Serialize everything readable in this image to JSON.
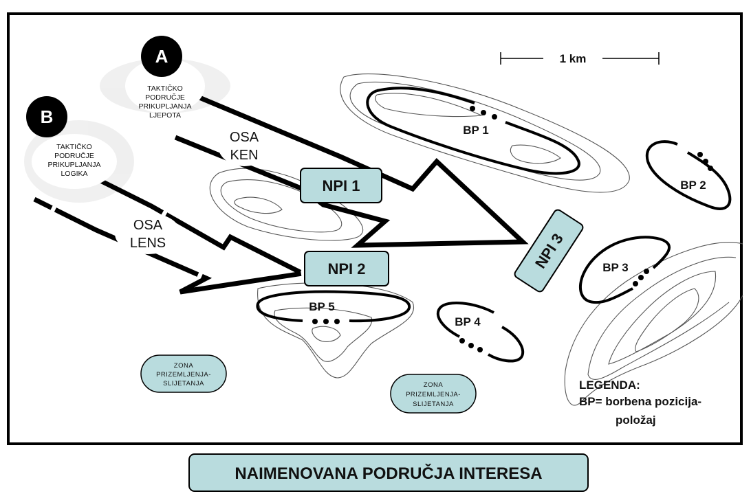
{
  "scale_bar": {
    "label": "1 km"
  },
  "areas": {
    "a": {
      "badge": "A",
      "lines": [
        "TAKTIČKO",
        "PODRUČJE",
        "PRIKUPLJANJA",
        "LJEPOTA"
      ]
    },
    "b": {
      "badge": "B",
      "lines": [
        "TAKTIČKO",
        "PODRUČJE",
        "PRIKUPLJANJA",
        "LOGIKA"
      ]
    }
  },
  "axes": {
    "ken": [
      "OSA",
      "KEN"
    ],
    "lens": [
      "OSA",
      "LENS"
    ]
  },
  "npi": {
    "npi1": "NPI 1",
    "npi2": "NPI 2",
    "npi3": "NPI 3"
  },
  "positions": {
    "bp1": "BP 1",
    "bp2": "BP 2",
    "bp3": "BP 3",
    "bp4": "BP 4",
    "bp5": "BP 5"
  },
  "zones": {
    "zone1": [
      "ZONA",
      "PRIZEMLJENJA-",
      "SLIJETANJA"
    ],
    "zone2": [
      "ZONA",
      "PRIZEMLJENJA-",
      "SLIJETANJA"
    ]
  },
  "legend": {
    "title": "LEGENDA:",
    "line1": "BP= borbena pozicija-",
    "line2": "položaj"
  },
  "caption": "NAIMENOVANA PODRUČJA INTERESA",
  "colors": {
    "box_fill": "#b9dcde",
    "line": "#000000",
    "contour": "#666666"
  }
}
